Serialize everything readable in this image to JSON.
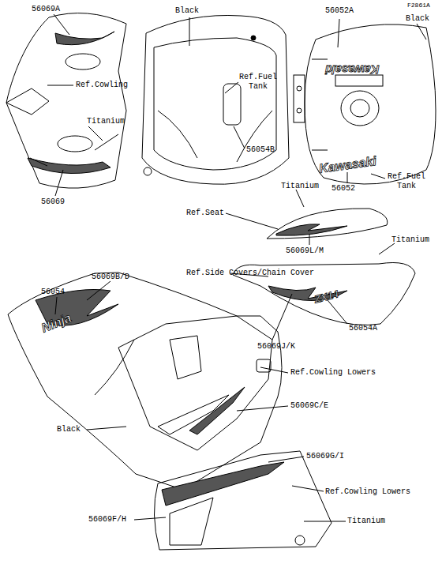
{
  "diagram": {
    "labels": [
      "F2861A",
      "56069A",
      "Black",
      "56052A",
      "Black",
      "Ref.Cowling",
      "Ref.Fuel Tank",
      "56054B",
      "Titanium",
      "56069",
      "Kawasaki",
      "Kawasaki",
      "56052",
      "Ref.Fuel Tank",
      "Titanium",
      "Ref.Seat",
      "56069L/M",
      "Titanium",
      "Ref.Side Covers/Chain Cover",
      "56069B/D",
      "56054",
      "Ninja",
      "ZX14",
      "56054A",
      "56069J/K",
      "Ref.Cowling Lowers",
      "56069C/E",
      "Black",
      "56069G/I",
      "Ref.Cowling Lowers",
      "56069F/H",
      "Titanium"
    ]
  }
}
